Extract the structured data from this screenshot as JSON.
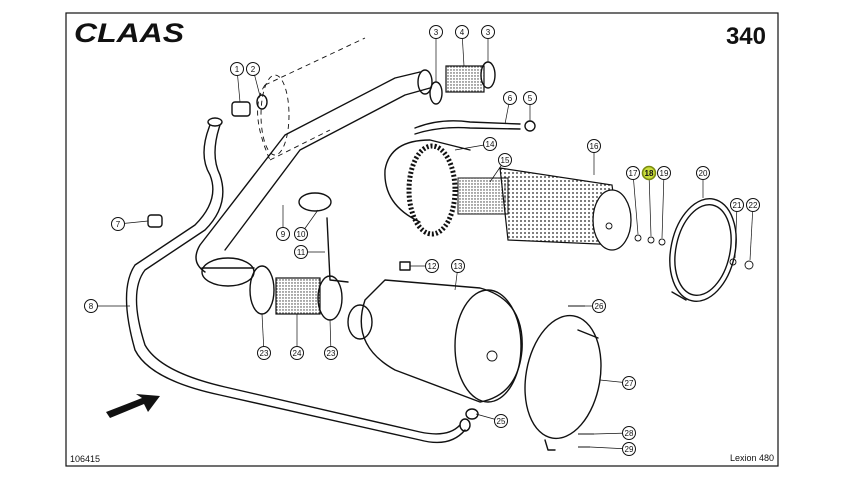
{
  "header": {
    "brand": "CLAAS",
    "page_number": "340"
  },
  "footer": {
    "drawing_number": "106415",
    "model": "Lexion 480"
  },
  "callouts": [
    {
      "label": "1",
      "highlighted": false
    },
    {
      "label": "2",
      "highlighted": false
    },
    {
      "label": "3",
      "highlighted": false
    },
    {
      "label": "4",
      "highlighted": false
    },
    {
      "label": "3",
      "highlighted": false
    },
    {
      "label": "6",
      "highlighted": false
    },
    {
      "label": "5",
      "highlighted": false
    },
    {
      "label": "7",
      "highlighted": false
    },
    {
      "label": "8",
      "highlighted": false
    },
    {
      "label": "9",
      "highlighted": false
    },
    {
      "label": "10",
      "highlighted": false
    },
    {
      "label": "11",
      "highlighted": false
    },
    {
      "label": "12",
      "highlighted": false
    },
    {
      "label": "13",
      "highlighted": false
    },
    {
      "label": "14",
      "highlighted": false
    },
    {
      "label": "15",
      "highlighted": false
    },
    {
      "label": "16",
      "highlighted": false
    },
    {
      "label": "17",
      "highlighted": false
    },
    {
      "label": "18",
      "highlighted": true
    },
    {
      "label": "19",
      "highlighted": false
    },
    {
      "label": "20",
      "highlighted": false
    },
    {
      "label": "21",
      "highlighted": false
    },
    {
      "label": "22",
      "highlighted": false
    },
    {
      "label": "23",
      "highlighted": false
    },
    {
      "label": "24",
      "highlighted": false
    },
    {
      "label": "23",
      "highlighted": false
    },
    {
      "label": "25",
      "highlighted": false
    },
    {
      "label": "26",
      "highlighted": false
    },
    {
      "label": "27",
      "highlighted": false
    },
    {
      "label": "28",
      "highlighted": false
    },
    {
      "label": "29",
      "highlighted": false
    }
  ],
  "colors": {
    "highlight": "#c9dd3a",
    "ink": "#111111"
  }
}
